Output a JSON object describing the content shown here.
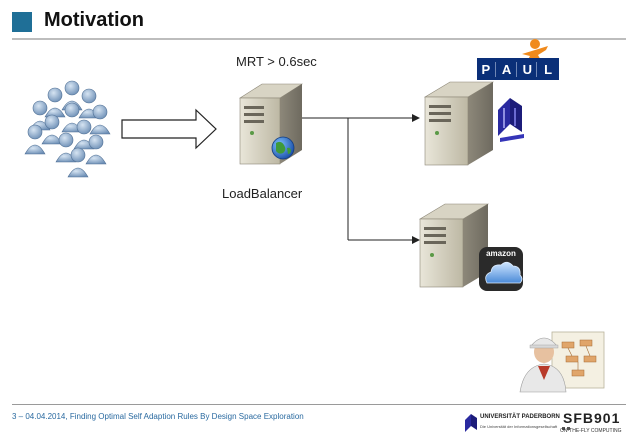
{
  "slide": {
    "title": "Motivation",
    "footer": "3 – 04.04.2014, Finding Optimal Self Adaption Rules By Design Space Exploration"
  },
  "diagram": {
    "mrt_label": "MRT > 0.6sec",
    "loadbalancer_label": "LoadBalancer"
  },
  "logos": {
    "paul_letters": [
      "P",
      "A",
      "U",
      "L"
    ],
    "amazon": "amazon",
    "sfb": "SFB901",
    "sfb_sub": "ON-THE-FLY COMPUTING",
    "university": "UNIVERSITÄT PADERBORN",
    "university_sub": "Die Universität der Informationsgesellschaft"
  },
  "colors": {
    "accent": "#1f6f97",
    "footer_text": "#2a6aa0",
    "paul_blue": "#0a2f78"
  }
}
